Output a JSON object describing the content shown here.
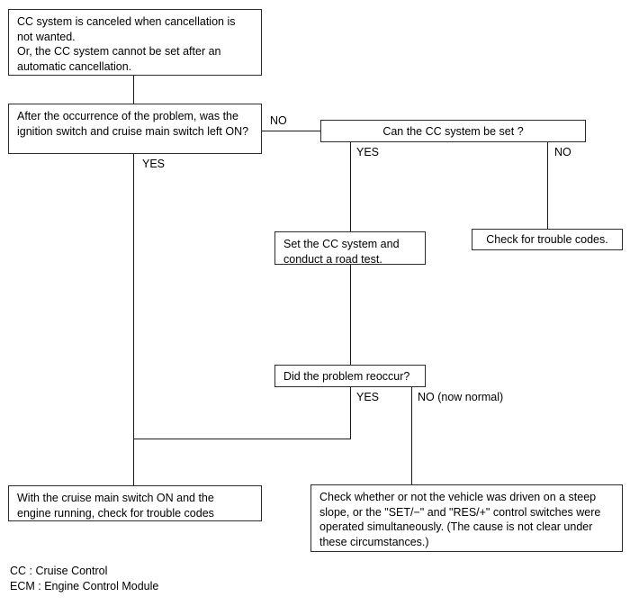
{
  "diagram": {
    "title": "Cruise Control troubleshooting flowchart",
    "line_color": "#1a1a1a",
    "border_color": "#2b2b2b",
    "background": "#ffffff"
  },
  "nodes": {
    "symptom": "CC system is canceled when cancellation is not wanted.\nOr, the CC system cannot be set after an automatic cancellation.",
    "question_ignition": "After the occurrence of the problem, was the ignition switch and cruise main switch left ON?",
    "question_can_set": "Can the CC system be set ?",
    "action_set_and_road_test": "Set the CC system and\nconduct a road test.",
    "action_check_trouble_codes": "Check for trouble codes.",
    "question_reoccur": "Did the problem reoccur?",
    "action_cruise_switch_on": "With the cruise main switch ON and the\nengine running, check for trouble codes",
    "action_check_steep_slope": "Check whether or not the vehicle was driven on a steep slope, or the \"SET/−\" and \"RES/+\" control switches were operated simultaneously. (The cause is not clear under these circumstances.)"
  },
  "edge_labels": {
    "ignition_no": "NO",
    "ignition_yes": "YES",
    "can_set_yes": "YES",
    "can_set_no": "NO",
    "reoccur_yes": "YES",
    "reoccur_no": "NO (now normal)"
  },
  "legend": {
    "lines": "CC : Cruise Control\nECM : Engine Control Module"
  }
}
